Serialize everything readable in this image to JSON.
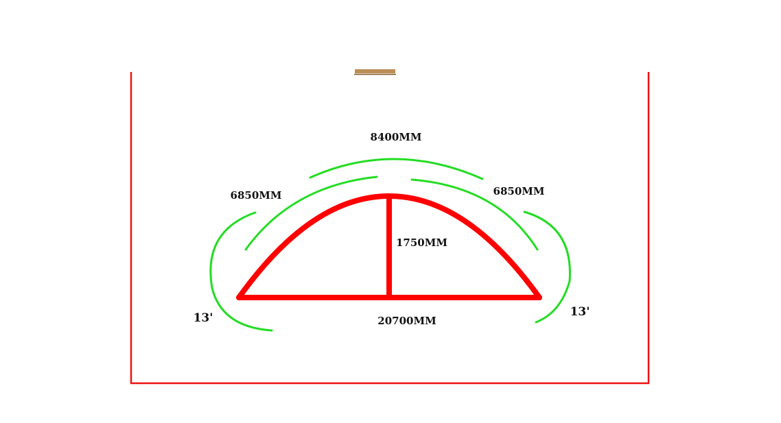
{
  "diagram": {
    "colors": {
      "frame": "#ee1111",
      "structure": "#ff0000",
      "dimension_arcs": "#22dd22",
      "text": "#111111",
      "cropped_title": "#b07a3a"
    },
    "labels": {
      "arc_top": "8400MM",
      "arc_left": "6850MM",
      "arc_right": "6850MM",
      "height": "1750MM",
      "base": "20700MM",
      "angle_left": "13'",
      "angle_right": "13'"
    }
  }
}
